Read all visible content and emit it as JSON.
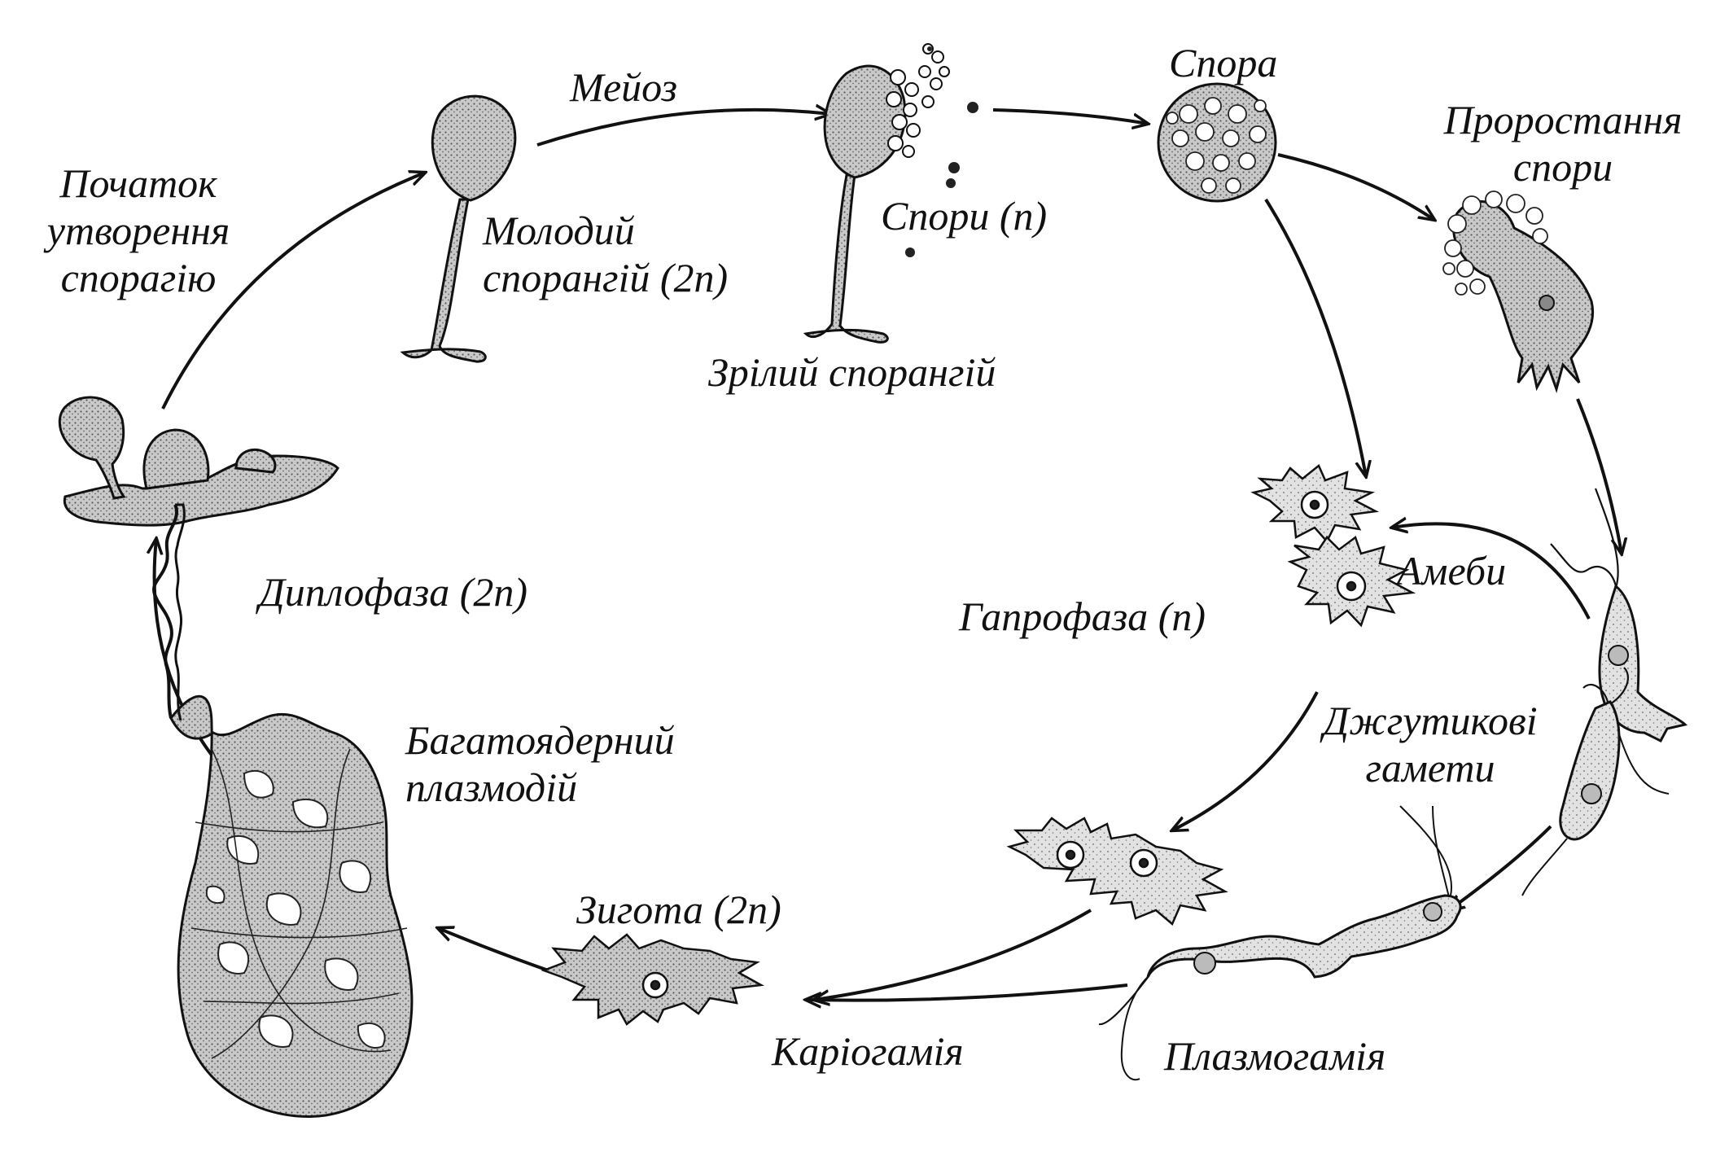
{
  "colors": {
    "ink": "#111111",
    "stipple": "#555555",
    "fill": "#bdbdbd",
    "dark": "#8a8a8a",
    "paper": "#ffffff"
  },
  "labels": {
    "meioz": "Мейоз",
    "spora": "Спора",
    "prorostannia": [
      "Проростання",
      "спори"
    ],
    "pochatok": [
      "Початок",
      "утворення",
      "спорагію"
    ],
    "molodyi": [
      "Молодий",
      "спорангій (2n)"
    ],
    "spory_n": "Спори (n)",
    "zrilyi": "Зрілий спорангій",
    "amebi": "Амеби",
    "haplofaza": "Гапрофаза (n)",
    "diplofaza": "Диплофаза (2n)",
    "dzhgutykovi": [
      "Джгутикові",
      "гамети"
    ],
    "bahatoiaderni": [
      "Багатоядерний",
      "плазмодій"
    ],
    "zygota": "Зигота (2n)",
    "kariohamiia": "Каріогамія",
    "plazmohamiia": "Плазмогамія"
  }
}
